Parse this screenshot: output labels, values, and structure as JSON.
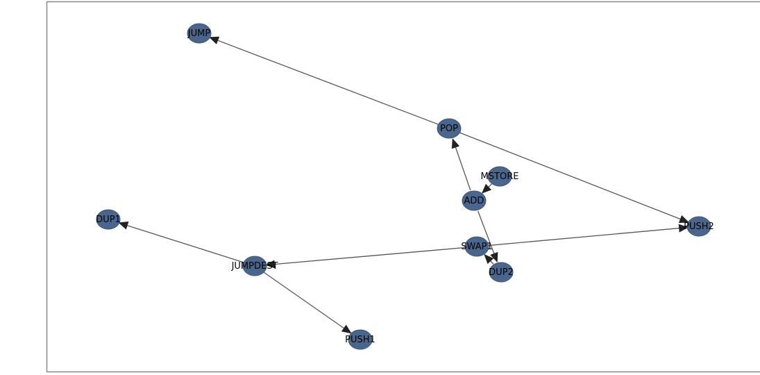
{
  "graph": {
    "colors": {
      "node_fill": "#4a668c",
      "node_stroke": "#3f5876",
      "edge": "#555555",
      "arrow": "#222222",
      "frame": "#888888"
    },
    "nodes": [
      {
        "id": "JUMP",
        "label": "JUMP"
      },
      {
        "id": "POP",
        "label": "POP"
      },
      {
        "id": "MSTORE",
        "label": "MSTORE"
      },
      {
        "id": "ADD",
        "label": "ADD"
      },
      {
        "id": "DUP1",
        "label": "DUP1"
      },
      {
        "id": "PUSH2",
        "label": "PUSH2"
      },
      {
        "id": "SWAP1",
        "label": "SWAP1"
      },
      {
        "id": "JUMPDEST",
        "label": "JUMPDEST"
      },
      {
        "id": "DUP2",
        "label": "DUP2"
      },
      {
        "id": "PUSH1",
        "label": "PUSH1"
      }
    ],
    "edges": [
      {
        "from": "POP",
        "to": "JUMP"
      },
      {
        "from": "POP",
        "to": "PUSH2"
      },
      {
        "from": "ADD",
        "to": "POP"
      },
      {
        "from": "MSTORE",
        "to": "ADD"
      },
      {
        "from": "ADD",
        "to": "DUP2"
      },
      {
        "from": "DUP2",
        "to": "SWAP1"
      },
      {
        "from": "SWAP1",
        "to": "PUSH2"
      },
      {
        "from": "SWAP1",
        "to": "JUMPDEST"
      },
      {
        "from": "JUMPDEST",
        "to": "DUP1"
      },
      {
        "from": "JUMPDEST",
        "to": "PUSH1"
      }
    ]
  }
}
